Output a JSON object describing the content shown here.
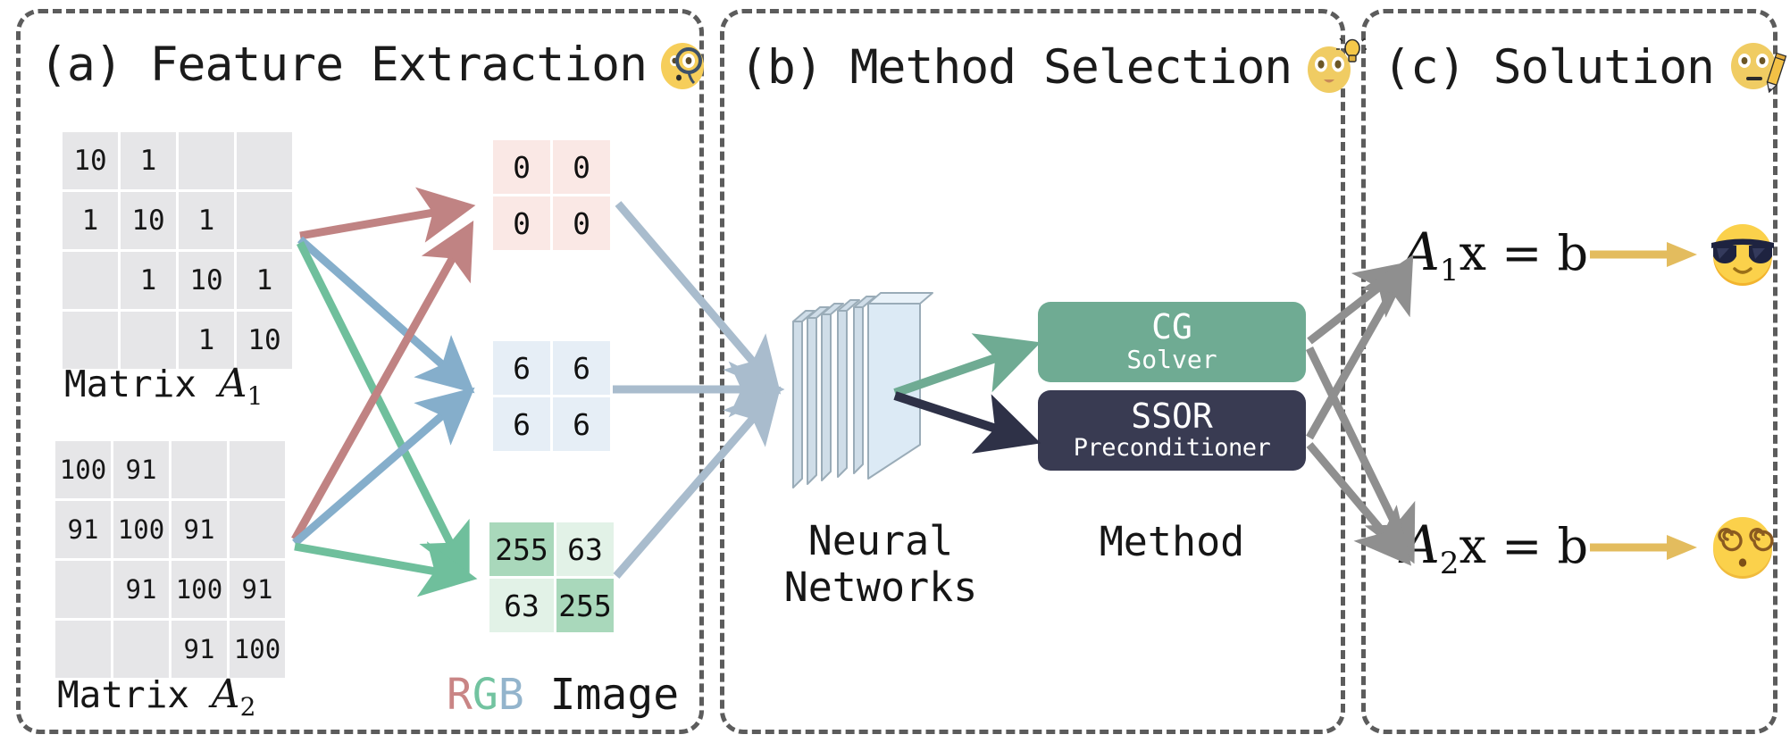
{
  "panels": {
    "a": {
      "title": "(a) Feature Extraction",
      "emoji": "face-with-monocle",
      "emoji_glyph": "🧐"
    },
    "b": {
      "title": "(b) Method Selection",
      "emoji": "face-with-lightbulb",
      "emoji_glyph": "😃"
    },
    "c": {
      "title": "(c) Solution",
      "emoji": "face-with-pencil",
      "emoji_glyph": "😐"
    }
  },
  "matrices": [
    {
      "name": "Matrix A1",
      "label_prefix": "Matrix ",
      "label_symbol": "A",
      "label_index": "1",
      "rows": [
        [
          "10",
          "1",
          "",
          ""
        ],
        [
          "1",
          "10",
          "1",
          ""
        ],
        [
          "",
          "1",
          "10",
          "1"
        ],
        [
          "",
          "",
          "1",
          "10"
        ]
      ]
    },
    {
      "name": "Matrix A2",
      "label_prefix": "Matrix ",
      "label_symbol": "A",
      "label_index": "2",
      "rows": [
        [
          "100",
          "91",
          "",
          ""
        ],
        [
          "91",
          "100",
          "91",
          ""
        ],
        [
          "",
          "91",
          "100",
          "91"
        ],
        [
          "",
          "",
          "91",
          "100"
        ]
      ]
    }
  ],
  "rgb_image": {
    "label_r": "R",
    "label_g": "G",
    "label_b": "B",
    "label_rest": " Image",
    "channels": [
      {
        "name": "red-channel",
        "color": "#fae8e5",
        "values": [
          [
            "0",
            "0"
          ],
          [
            "0",
            "0"
          ]
        ],
        "cell_colors": [
          [
            "#fae8e5",
            "#fae8e5"
          ],
          [
            "#fae8e5",
            "#fae8e5"
          ]
        ]
      },
      {
        "name": "green-channel",
        "color": "#e7eff7",
        "values": [
          [
            "6",
            "6"
          ],
          [
            "6",
            "6"
          ]
        ],
        "cell_colors": [
          [
            "#e6eef6",
            "#e6eef6"
          ],
          [
            "#e6eef6",
            "#e6eef6"
          ]
        ]
      },
      {
        "name": "blue-channel",
        "color": "#b8dfc6",
        "values": [
          [
            "255",
            "63"
          ],
          [
            "63",
            "255"
          ]
        ],
        "cell_colors": [
          [
            "#a9d8bb",
            "#e2f2e7"
          ],
          [
            "#e2f2e7",
            "#a9d8bb"
          ]
        ]
      }
    ]
  },
  "neural_network": {
    "label_line1": "Neural",
    "label_line2": "Networks",
    "layer_count": 5
  },
  "method": {
    "label": "Method",
    "options": [
      {
        "name": "cg-solver",
        "title": "CG",
        "subtitle": "Solver",
        "color": "#6fab93"
      },
      {
        "name": "ssor-preconditioner",
        "title": "SSOR",
        "subtitle": "Preconditioner",
        "color": "#393b52"
      }
    ]
  },
  "solutions": [
    {
      "symbol": "A",
      "index": "1",
      "rest": "x = b",
      "emoji": "smiling-face-with-sunglasses",
      "emoji_glyph": "😎"
    },
    {
      "symbol": "A",
      "index": "2",
      "rest": "x = b",
      "emoji": "face-with-spiral-eyes",
      "emoji_glyph": "😵"
    }
  ],
  "colors": {
    "border_dash": "#5c5c5c",
    "arrow_red": "#c08383",
    "arrow_blue": "#85aecb",
    "arrow_green": "#6fbf9c",
    "arrow_gray_blue": "#a9bccd",
    "arrow_gray": "#8f8f8f",
    "arrow_gold": "#e3bc5e",
    "cell_gray": "#e6e6e8",
    "nn_face": "#dceaf5",
    "nn_edge": "#b9c8d2"
  }
}
